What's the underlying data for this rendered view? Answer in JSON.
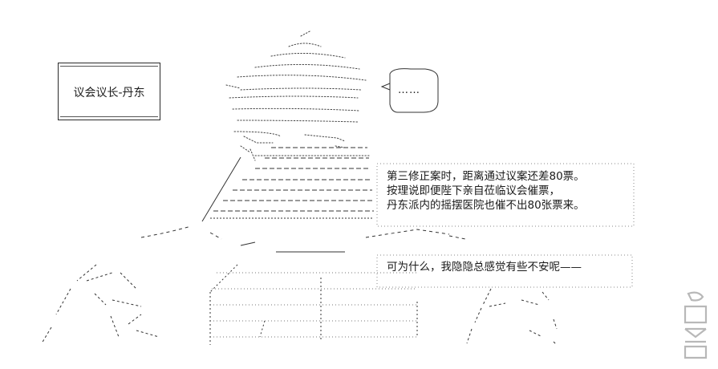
{
  "name_box": {
    "label": "议会议长-丹东"
  },
  "speech_bubble": {
    "text": "……"
  },
  "narration_1": {
    "lines": [
      "第三修正案时，距离通过议案还差80票。",
      "按理说即便陛下亲自莅临议会催票，",
      "丹东派内的摇摆医院也催不出80张票来。"
    ]
  },
  "narration_2": {
    "lines": [
      "可为什么，我隐隐总感觉有些不安呢——"
    ]
  },
  "watermark": {
    "text": "DM5"
  }
}
